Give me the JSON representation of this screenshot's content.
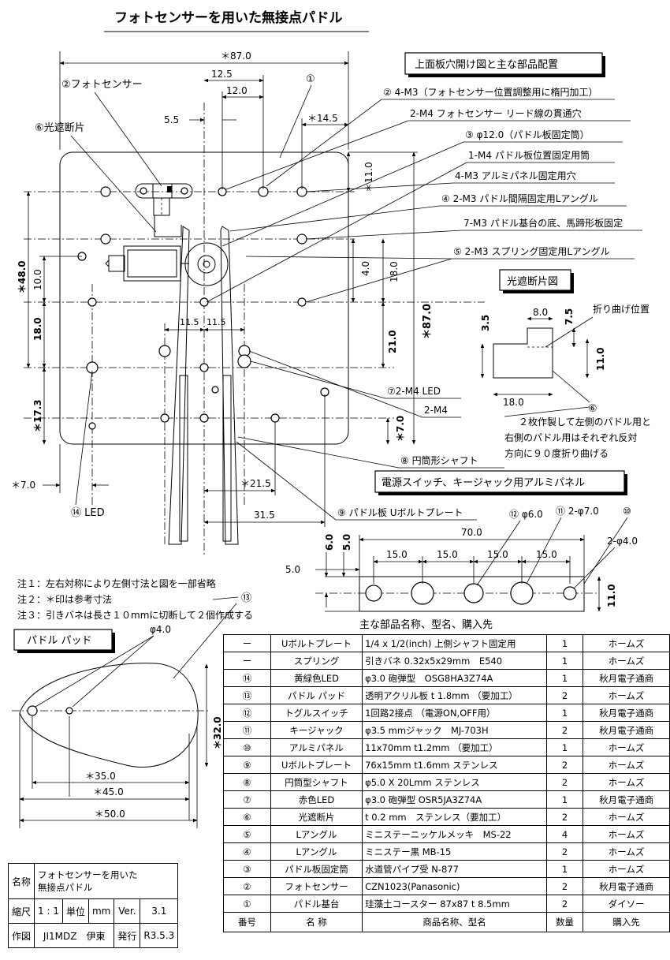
{
  "title": "フォトセンサーを用いた無接点パドル",
  "plan": {
    "heading": "上面板穴開け図と主な部品配置",
    "dims": {
      "d87_top": "＊87.0",
      "d12_5": "12.5",
      "d12_0": "12.0",
      "d5_5": "5.5",
      "d14_5": "＊14.5",
      "d11_0": "＊11.0",
      "d48_0": "＊48.0",
      "d10_0": "10.0",
      "d18_0_left": "18.0",
      "d4_0": "4.0",
      "d18_0_right": "18.0",
      "d87_right": "＊87.0",
      "d11_5_a": "11.5",
      "d11_5_b": "11.5",
      "d21_0": "21.0",
      "d17_3": "＊17.3",
      "d7_0_right": "＊7.0",
      "d7_0_bottom": "＊7.0",
      "d21_5": "＊21.5",
      "d31_5": "31.5"
    },
    "labels": {
      "photo_sensor": "②フォトセンサー",
      "shutter": "⑥光遮断片",
      "marker1": "①",
      "led": "⑭ LED"
    },
    "callouts": [
      "② 4-M3（フォトセンサー位置調整用に楕円加工）",
      "2-M4 フォトセンサー リード線の貫通穴",
      "③ φ12.0（パドル板固定筒）",
      "1-M4 パドル板位置固定用筒",
      "4-M3 アルミパネル固定用穴",
      "④ 2-M3 パドル間隔固定用Lアングル",
      "7-M3 パドル基台の底、馬蹄形板固定",
      "⑤ 2-M3 スプリング固定用Lアングル",
      "⑦2-M4 LED",
      "2-M4",
      "⑧ 円筒形シャフト",
      "⑨ パドル板 Uボルトプレート"
    ]
  },
  "shutter_fig": {
    "heading": "光遮断片図",
    "bend": "折り曲げ位置",
    "d8_0": "8.0",
    "d7_5": "7.5",
    "d3_5": "3.5",
    "d11_0": "11.0",
    "d18_0": "18.0",
    "marker6": "⑥",
    "note": [
      "２枚作製して左側のパドル用と",
      "右側のパドル用はそれぞれ反対",
      "方向に９０度折り曲げる"
    ]
  },
  "panel": {
    "heading": "電源スイッチ、キージャック用アルミパネル",
    "h12": "⑫ φ6.0",
    "h11": "⑪ 2-φ7.0",
    "h10": "⑩",
    "d4": "2-φ4.0",
    "d70": "70.0",
    "d6_0": "6.0",
    "d5_0_v": "5.0",
    "d15_a": "15.0",
    "d15_b": "15.0",
    "d15_c": "15.0",
    "d15_d": "15.0",
    "d5_0": "5.0",
    "d11_0": "11.0"
  },
  "notes": [
    "注１：左右対称により左側寸法と図を一部省略",
    "注２：＊印は参考寸法",
    "注３：引きバネは長さ１０mmに切断して２個作成する"
  ],
  "marker13": "⑬",
  "pad": {
    "heading": "パドル パッド",
    "hole": "φ4.0",
    "d35": "＊35.0",
    "d45": "＊45.0",
    "d50": "＊50.0",
    "d32": "＊32.0"
  },
  "parts": {
    "caption": "主な部品名称、型名、購入先",
    "header": {
      "no": "番号",
      "name": "名 称",
      "model": "商品名称、型名",
      "qty": "数量",
      "shop": "購入先"
    },
    "rows": [
      {
        "no": "ー",
        "name": "Uボルトプレート",
        "model": "1/4 x 1/2(inch) 上側シャフト固定用",
        "qty": "1",
        "shop": "ホームズ"
      },
      {
        "no": "ー",
        "name": "スプリング",
        "model": "引きバネ 0.32x5x29mm　E540",
        "qty": "1",
        "shop": "ホームズ"
      },
      {
        "no": "⑭",
        "name": "黄緑色LED",
        "model": "φ3.0 砲弾型　OSG8HA3Z74A",
        "qty": "1",
        "shop": "秋月電子通商"
      },
      {
        "no": "⑬",
        "name": "パドル パッド",
        "model": "透明アクリル板 t 1.8mm （要加工）",
        "qty": "2",
        "shop": "ホームズ"
      },
      {
        "no": "⑫",
        "name": "トグルスイッチ",
        "model": "1回路2接点 （電源ON,OFF用）",
        "qty": "1",
        "shop": "秋月電子通商"
      },
      {
        "no": "⑪",
        "name": "キージャック",
        "model": "φ3.5 mmジャック　MJ-703H",
        "qty": "2",
        "shop": "秋月電子通商"
      },
      {
        "no": "⑩",
        "name": "アルミパネル",
        "model": "11x70mm t1.2mm （要加工）",
        "qty": "1",
        "shop": "ホームズ"
      },
      {
        "no": "⑨",
        "name": "Uボルトプレート",
        "model": "76x15mm t1.6mm ステンレス",
        "qty": "2",
        "shop": "ホームズ"
      },
      {
        "no": "⑧",
        "name": "円筒型シャフト",
        "model": "φ5.0 X 20Lmm ステンレス",
        "qty": "2",
        "shop": "ホームズ"
      },
      {
        "no": "⑦",
        "name": "赤色LED",
        "model": "φ3.0 砲弾型 OSR5JA3Z74A",
        "qty": "1",
        "shop": "秋月電子通商"
      },
      {
        "no": "⑥",
        "name": "光遮断片",
        "model": "t 0.2 mm　ステンレス（要加工）",
        "qty": "2",
        "shop": "ホームズ"
      },
      {
        "no": "⑤",
        "name": "Lアングル",
        "model": "ミニステーニッケルメッキ　MS-22",
        "qty": "4",
        "shop": "ホームズ"
      },
      {
        "no": "④",
        "name": "Lアングル",
        "model": "ミニステー黒 MB-15",
        "qty": "2",
        "shop": "ホームズ"
      },
      {
        "no": "③",
        "name": "パドル板固定筒",
        "model": "水道管パイプ受 N-877",
        "qty": "1",
        "shop": "ホームズ"
      },
      {
        "no": "②",
        "name": "フォトセンサー",
        "model": "CZN1023(Panasonic)",
        "qty": "2",
        "shop": "秋月電子通商"
      },
      {
        "no": "①",
        "name": "パドル基台",
        "model": "珪藻土コースター 87x87 t 8.5mm",
        "qty": "2",
        "shop": "ダイソー"
      }
    ]
  },
  "title_block": {
    "name_label": "名称",
    "name_line1": "フォトセンサーを用いた",
    "name_line2": "無接点パドル",
    "scale_label": "縮尺",
    "scale_value": "1 : 1",
    "unit_label": "単位",
    "unit_value": "mm",
    "ver_label": "Ver.",
    "ver_value": "3.1",
    "drawn_label": "作図",
    "drawn_value": "JI1MDZ　伊東",
    "issue_label": "発行",
    "issue_value": "R3.5.3"
  }
}
